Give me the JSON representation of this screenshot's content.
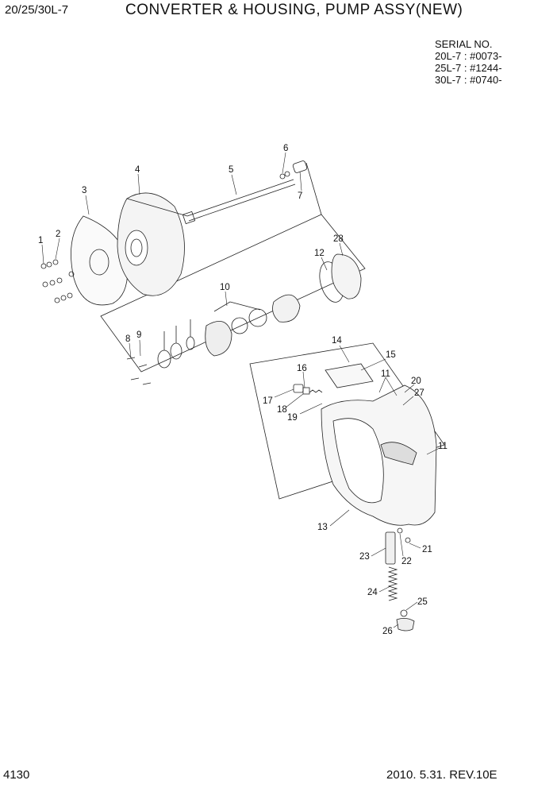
{
  "header": {
    "model": "20/25/30L-7",
    "title": "CONVERTER & HOUSING, PUMP ASSY(NEW)"
  },
  "serial": {
    "heading": "SERIAL NO.",
    "lines": [
      "20L-7 : #0073-",
      "25L-7 : #1244-",
      "30L-7 : #0740-"
    ]
  },
  "footer": {
    "page": "4130",
    "date_rev": "2010. 5.31.  REV.10E"
  },
  "callouts": [
    "1",
    "2",
    "3",
    "4",
    "5",
    "6",
    "7",
    "8",
    "9",
    "10",
    "11",
    "11",
    "11",
    "12",
    "13",
    "14",
    "15",
    "16",
    "17",
    "18",
    "19",
    "20",
    "21",
    "22",
    "23",
    "24",
    "25",
    "26",
    "27",
    "28"
  ]
}
